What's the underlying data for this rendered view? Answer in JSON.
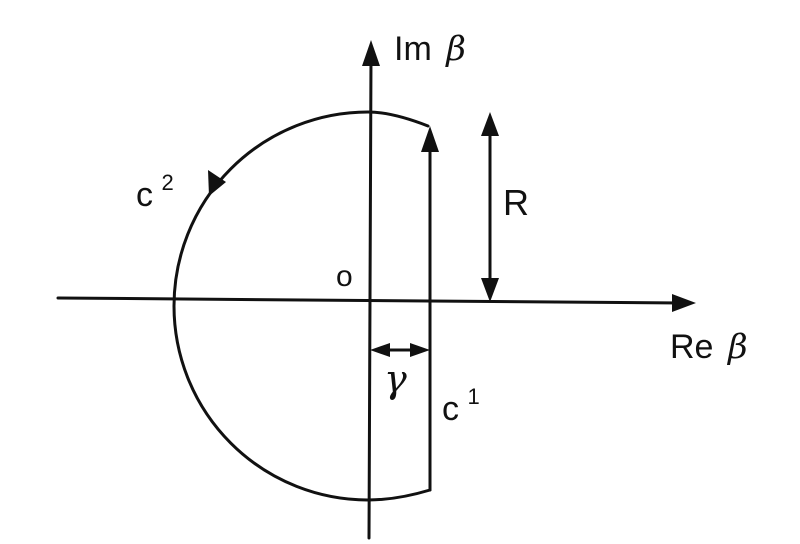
{
  "labels": {
    "imaginary_axis_prefix": "Im",
    "imaginary_axis_symbol": "β",
    "real_axis_prefix": "Re",
    "real_axis_symbol": "β",
    "origin": "o",
    "radius": "R",
    "offset": "γ",
    "contour_1_base": "c",
    "contour_1_sup": "1",
    "contour_2_base": "c",
    "contour_2_sup": "2"
  },
  "colors": {
    "ink": "#111111",
    "background": "#ffffff"
  }
}
